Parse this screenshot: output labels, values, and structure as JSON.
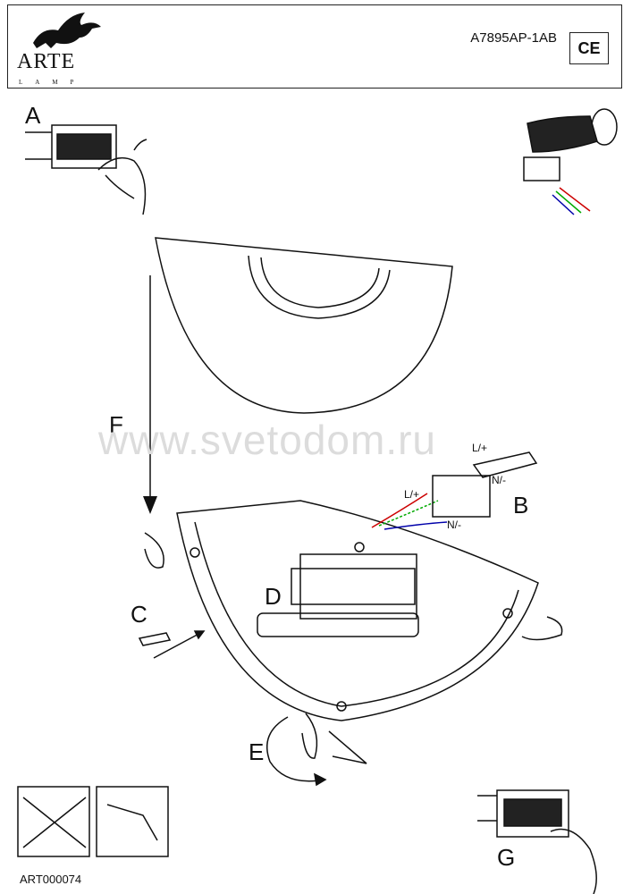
{
  "header": {
    "brand": "ARTE",
    "brand_sub": "LAMP",
    "model": "A7895AP-1AB",
    "ce_mark": "CE"
  },
  "steps": {
    "a": "A",
    "b": "B",
    "c": "C",
    "d": "D",
    "e": "E",
    "f": "F",
    "g": "G"
  },
  "wiring": {
    "live_top": "L/+",
    "neutral_top": "N/-",
    "live_left": "L/+",
    "neutral_bottom": "N/-"
  },
  "watermark": "www.svetodom.ru",
  "footer": {
    "code": "ART000074"
  }
}
